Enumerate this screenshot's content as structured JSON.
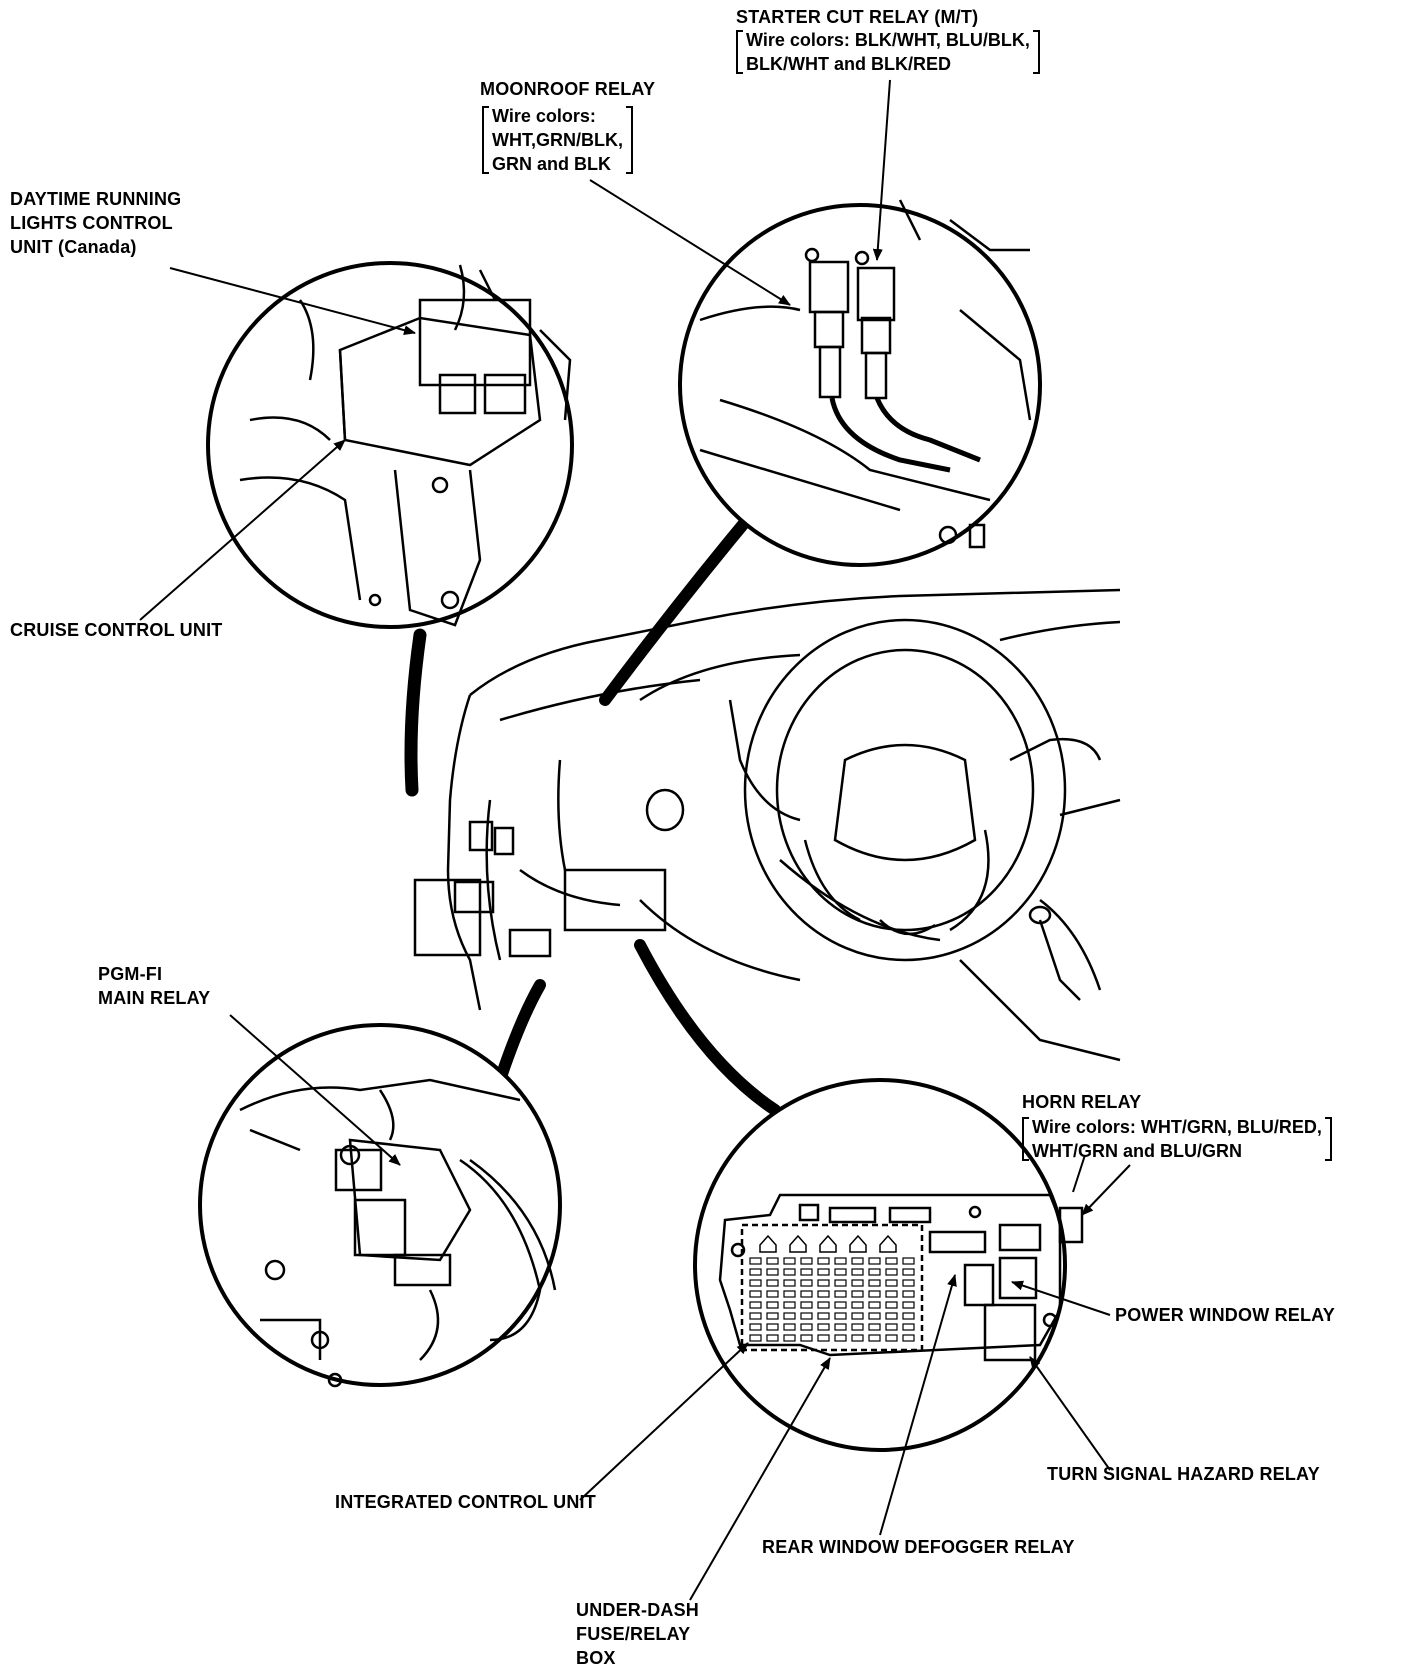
{
  "labels": {
    "starter_cut_relay": {
      "title": "STARTER CUT RELAY (M/T)",
      "wire_lines": [
        "Wire colors: BLK/WHT, BLU/BLK,",
        "BLK/WHT and BLK/RED"
      ]
    },
    "moonroof_relay": {
      "title": "MOONROOF RELAY",
      "wire_lines": [
        "Wire colors:",
        "WHT,GRN/BLK,",
        "GRN and BLK"
      ]
    },
    "daytime_running_lights": {
      "lines": [
        "DAYTIME RUNNING",
        "LIGHTS CONTROL",
        "UNIT (Canada)"
      ]
    },
    "cruise_control_unit": "CRUISE CONTROL UNIT",
    "pgm_fi_main_relay": {
      "lines": [
        "PGM-FI",
        "MAIN RELAY"
      ]
    },
    "horn_relay": {
      "title": "HORN RELAY",
      "wire_lines": [
        "Wire colors: WHT/GRN, BLU/RED,",
        "WHT/GRN and BLU/GRN"
      ]
    },
    "power_window_relay": "POWER WINDOW RELAY",
    "turn_signal_hazard_relay": "TURN SIGNAL HAZARD RELAY",
    "integrated_control_unit": "INTEGRATED CONTROL UNIT",
    "rear_window_defogger_relay": "REAR WINDOW DEFOGGER RELAY",
    "under_dash_fuse_relay_box": {
      "lines": [
        "UNDER-DASH",
        "FUSE/RELAY",
        "BOX"
      ]
    }
  },
  "colors": {
    "ink": "#000000",
    "paper": "#ffffff"
  }
}
